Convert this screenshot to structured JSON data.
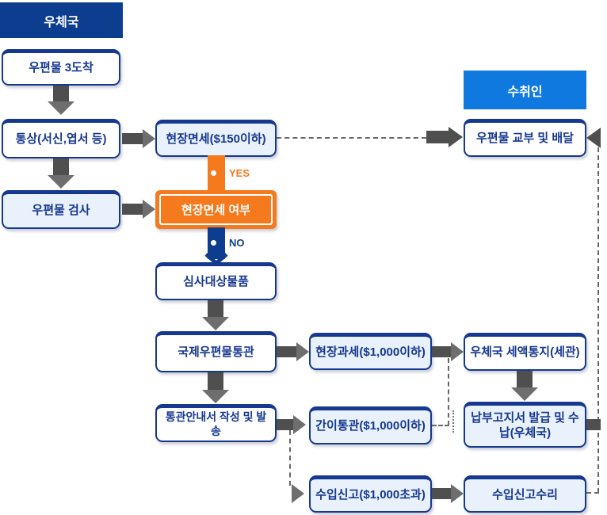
{
  "diagram_title": "international mail customs clearance flow",
  "headers": {
    "post_office": "우체국",
    "recipient": "수취인"
  },
  "nodes": {
    "mail_arrival": "우편물 3도착",
    "ordinary_mail": "통상(서신,엽서 등)",
    "mail_inspection": "우편물 검사",
    "onsite_exemption": "현장면세($150이하)",
    "exemption_decision": "현장면세 여부",
    "examination_items": "심사대상물품",
    "intl_mail_clearance": "국제우편물통관",
    "clearance_notice": "통관안내서 작성 및 발송",
    "onsite_taxation": "현장과세($1,000이하)",
    "simplified_clearance": "간이통관($1,000이하)",
    "import_declaration": "수입신고($1,000초과)",
    "mail_delivery": "우편물 교부 및 배달",
    "tax_notification": "우체국 세액통지(세관)",
    "payment_notice": "납부고지서 발급 및 수납(우체국)",
    "declaration_acceptance": "수입신고수리"
  },
  "branch_labels": {
    "yes": "YES",
    "no": "NO"
  },
  "colors": {
    "navy_header": "#0d3d8f",
    "blue_header": "#0f79e0",
    "orange": "#f5791d",
    "box_border": "#16388f",
    "box_text": "#16388f",
    "light_fill": "#e9f1fc",
    "arrow_dark": "#4f4f4f",
    "arrow_light": "#6e6e6e",
    "dashed_line": "#666666"
  }
}
